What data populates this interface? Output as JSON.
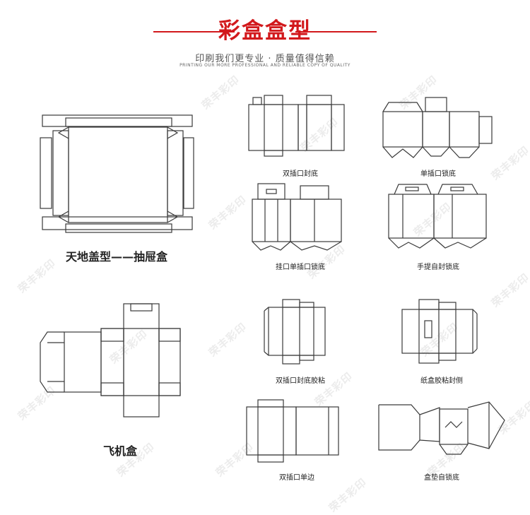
{
  "header": {
    "title": "彩盒盒型",
    "subtitle": "印刷我们更专业 · 质量值得信赖",
    "subtitle_en": "PRINTING OUR MORE PROFESSIONAL AND RELIABLE COPY OF QUALITY",
    "accent_color": "#d2191c"
  },
  "watermark": "荣丰彩印",
  "diagrams": [
    {
      "id": "lid-drawer",
      "label": "天地盖型——抽屉盒"
    },
    {
      "id": "airplane",
      "label": "飞机盒"
    },
    {
      "id": "double-tuck",
      "label": "双插口封底"
    },
    {
      "id": "single-lock",
      "label": "单插口锁底"
    },
    {
      "id": "hang-single-lock",
      "label": "挂口单插口锁底"
    },
    {
      "id": "handle-self-seal",
      "label": "手提自封锁底"
    },
    {
      "id": "double-tuck-glue",
      "label": "双插口封底胶粘"
    },
    {
      "id": "paper-glue-side",
      "label": "纸盒胶粘封侧"
    },
    {
      "id": "double-tuck-single-edge",
      "label": "双插口单边"
    },
    {
      "id": "tray-self-lock",
      "label": "盒垫自锁底"
    }
  ]
}
